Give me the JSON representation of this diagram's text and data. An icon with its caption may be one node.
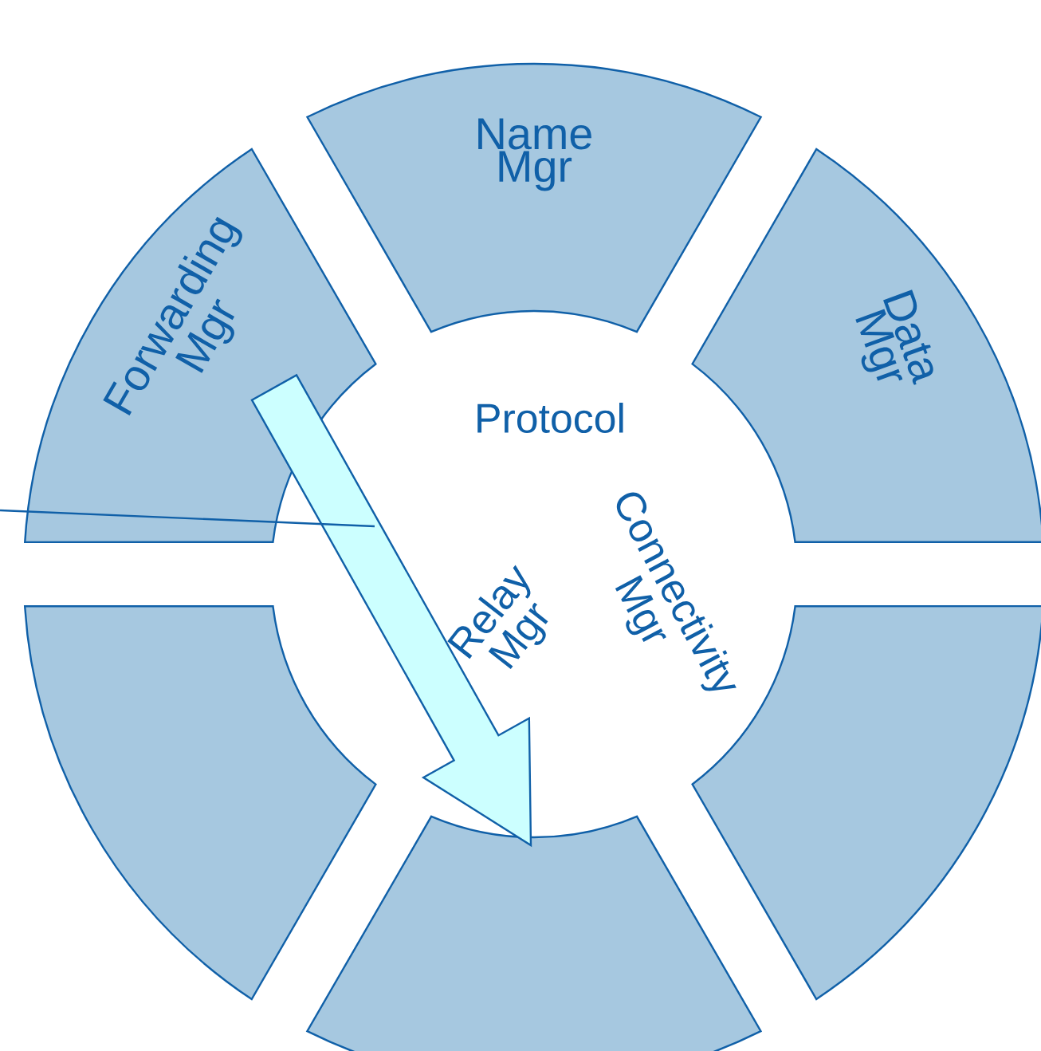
{
  "diagram": {
    "nodes": [
      {
        "text": [
          "Name Mgr"
        ]
      },
      {
        "text": [
          "Data Mgr"
        ]
      },
      {
        "text": [],
        "shape": "sector"
      },
      {
        "text": [],
        "shape": "sector"
      },
      {
        "text": [],
        "shape": "sector"
      },
      {
        "text": [
          "Forwarding Mgr"
        ]
      },
      {
        "text": [
          "Protocol",
          "Connectivity Mgr",
          "Relay Mgr"
        ]
      }
    ],
    "edges": [
      {
        "from": 5,
        "to": 3,
        "arrow": "to",
        "style": "thick",
        "color": "#ccffff"
      },
      {
        "from": null,
        "to": 6,
        "arrow": "none"
      }
    ]
  }
}
